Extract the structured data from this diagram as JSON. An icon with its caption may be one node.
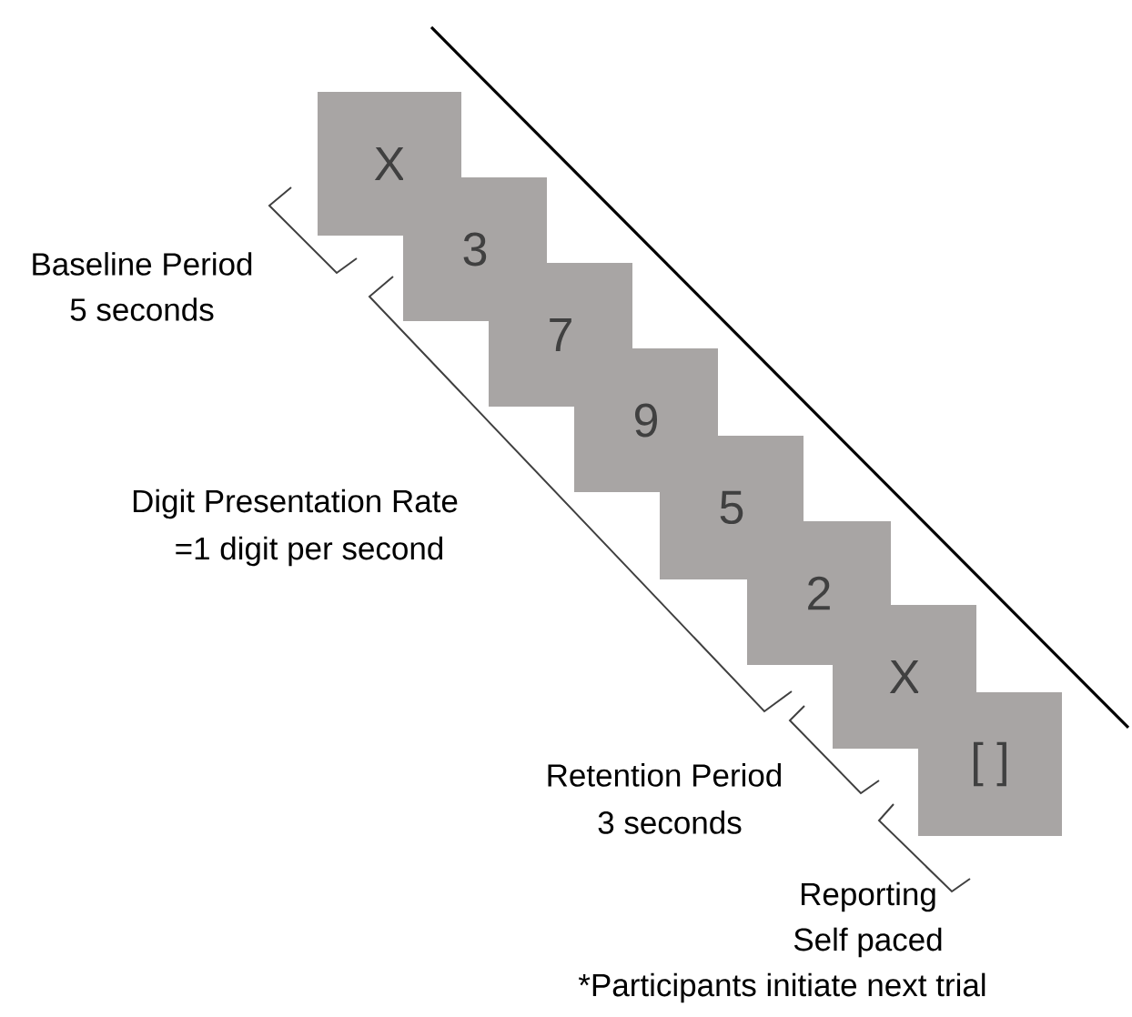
{
  "diagram": {
    "nodes": [
      {
        "text": [
          "X"
        ]
      },
      {
        "text": [
          "3"
        ]
      },
      {
        "text": [
          "7"
        ]
      },
      {
        "text": [
          "9"
        ]
      },
      {
        "text": [
          "5"
        ]
      },
      {
        "text": [
          "2"
        ]
      },
      {
        "text": [
          "X"
        ]
      },
      {
        "text": [
          "[ ]"
        ]
      }
    ],
    "labels": [
      "Baseline Period",
      "5 seconds",
      "Digit Presentation Rate",
      "=1 digit per second",
      "Retention Period",
      "3 seconds",
      "Reporting",
      "Self paced",
      "*Participants initiate next trial"
    ]
  }
}
